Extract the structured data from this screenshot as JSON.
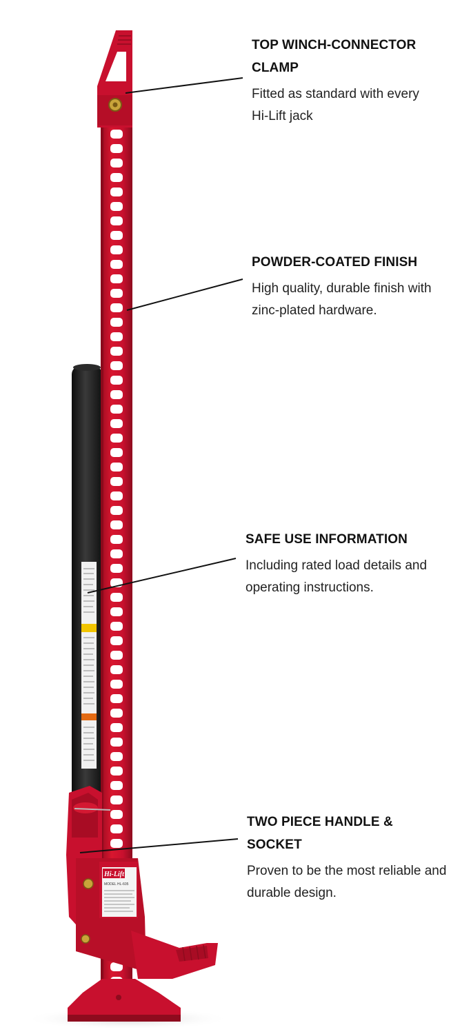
{
  "callouts": [
    {
      "title": "TOP WINCH-CONNECTOR CLAMP",
      "description": "Fitted as standard with every Hi-Lift jack"
    },
    {
      "title": "POWDER-COATED FINISH",
      "description": "High quality, durable finish with zinc-plated hardware."
    },
    {
      "title": "SAFE USE INFORMATION",
      "description": "Including rated load details and operating instructions."
    },
    {
      "title": "TWO PIECE HANDLE & SOCKET",
      "description": "Proven to be the most reliable and durable design."
    }
  ],
  "product": {
    "brand_logo": "Hi-Lift",
    "model_label": "MODEL HL-605"
  },
  "colors": {
    "jack_red": "#c8102e",
    "jack_red_dark": "#8e0b1e",
    "handle_black": "#1a1a1a",
    "leader_line": "#111111"
  },
  "icons": [
    "jack-illustration",
    "clamp-bolt-icon",
    "hi-lift-logo-icon"
  ]
}
